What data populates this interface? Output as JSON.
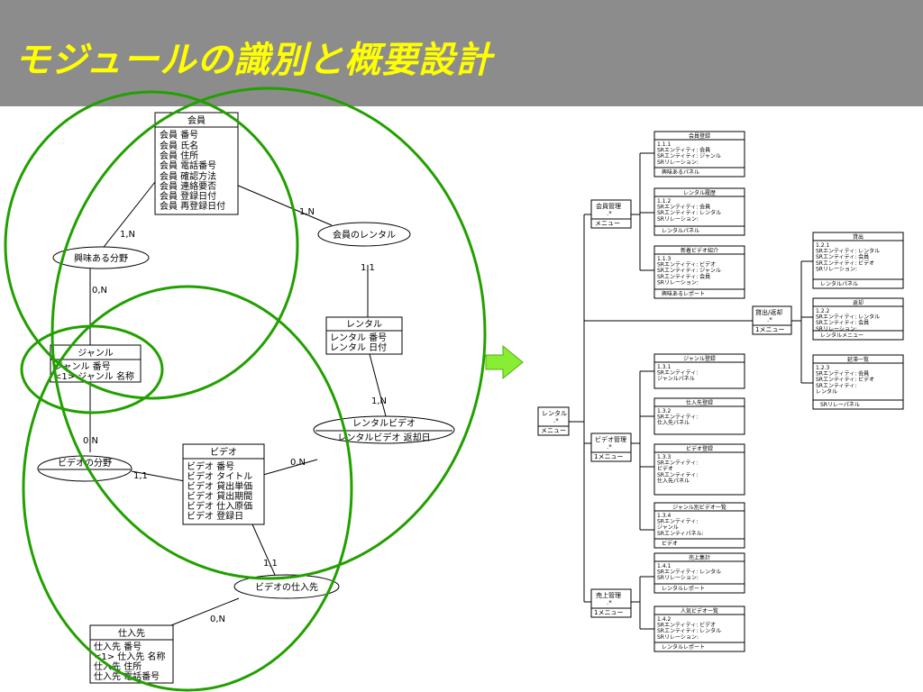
{
  "slide": {
    "title": "モジュールの識別と概要設計",
    "title_color": "#ffff00",
    "header_bg": "#8c8c8c",
    "accent": "#22a000"
  },
  "er": {
    "entities": {
      "member": {
        "title": "会員",
        "attrs": [
          "会員 番号",
          "会員 氏名",
          "会員 住所",
          "会員 電話番号",
          "会員 確認方法",
          "会員 連絡要否",
          "会員 登録日付",
          "会員 再登録日付"
        ]
      },
      "genre": {
        "title": "ジャンル",
        "attrs": [
          "ジャンル 番号",
          "<1> ジャンル 名称"
        ]
      },
      "rental": {
        "title": "レンタル",
        "attrs": [
          "レンタル 番号",
          "レンタル 日付"
        ]
      },
      "video": {
        "title": "ビデオ",
        "attrs": [
          "ビデオ 番号",
          "ビデオ タイトル",
          "ビデオ 貸出単価",
          "ビデオ 貸出期間",
          "ビデオ 仕入原価",
          "ビデオ 登録日"
        ]
      },
      "supplier": {
        "title": "仕入先",
        "attrs": [
          "仕入先 番号",
          "<1> 仕入先 名称",
          "仕入先 住所",
          "仕入先 電話番号"
        ]
      }
    },
    "relations": {
      "interest": {
        "title": "興味ある分野"
      },
      "member_rental": {
        "title": "会員のレンタル"
      },
      "rental_video": {
        "title": "レンタルビデオ",
        "attr": "レンタルビデオ 返却日"
      },
      "video_genre": {
        "title": "ビデオの分野"
      },
      "video_supplier": {
        "title": "ビデオの仕入先"
      }
    },
    "cardinalities": {
      "c1": "1,N",
      "c2": "0,N",
      "c3": "1,N",
      "c4": "1,1",
      "c5": "0,N",
      "c6": "1,1",
      "c7": "1,N",
      "c8": "0,N",
      "c9": "1,1",
      "c10": "0,N"
    }
  },
  "tree": {
    "root": {
      "title": "レンタル",
      "mult": ".*",
      "type": "メニュー"
    },
    "g1": {
      "title": "会員管理",
      "mult": ".*",
      "type": "メニュー"
    },
    "g2": {
      "title": "ビデオ管理",
      "mult": ".*",
      "type": "1メニュー"
    },
    "g3": {
      "title": "売上管理",
      "mult": ".*",
      "type": "1メニュー"
    },
    "g4": {
      "title": "貸出/返却",
      "mult": ".*",
      "type": "1メニュー"
    },
    "leaves": [
      {
        "title": "会員登録",
        "lines": [
          "1.1.1",
          "SRエンティティ: 会員",
          "SRエンティティ: ジャンル",
          "SRリレーション:"
        ],
        "footer": "興味あるパネル"
      },
      {
        "title": "レンタル履歴",
        "lines": [
          "1.1.2",
          "SRエンティティ: 会員",
          "SRエンティティ: レンタル",
          "SRリレーション:"
        ],
        "footer": "レンタルパネル"
      },
      {
        "title": "新着ビデオ紹介",
        "lines": [
          "1.1.3",
          "SRエンティティ: ビデオ",
          "SRエンティティ: ジャンル",
          "SRエンティティ: 会員",
          "SRリレーション:"
        ],
        "footer": "興味あるレポート"
      },
      {
        "title": "ジャンル登録",
        "lines": [
          "1.3.1",
          "SRエンティティ:",
          "ジャンルパネル"
        ],
        "footer": ""
      },
      {
        "title": "仕入先登録",
        "lines": [
          "1.3.2",
          "SRエンティティ:",
          "仕入先パネル"
        ],
        "footer": ""
      },
      {
        "title": "ビデオ登録",
        "lines": [
          "1.3.3",
          "SRエンティティ:",
          "ビデオ",
          "SRエンティティ:",
          "仕入先パネル"
        ],
        "footer": ""
      },
      {
        "title": "ジャンル別ビデオ一覧",
        "lines": [
          "1.3.4",
          "SRエンティティ:",
          "ジャンル",
          "SRエンティパネル:"
        ],
        "footer": "ビデオ"
      },
      {
        "title": "売上集計",
        "lines": [
          "1.4.1",
          "SRエンティティ: レンタル",
          "SRリレーション:"
        ],
        "footer": "レンタルレポート"
      },
      {
        "title": "人気ビデオ一覧",
        "lines": [
          "1.4.2",
          "SRエンティティ: ビデオ",
          "SRエンティティ: レンタル",
          "SRリレーション:"
        ],
        "footer": "レンタルレポート"
      },
      {
        "title": "貸出",
        "lines": [
          "1.2.1",
          "SRエンティティ: レンタル",
          "SRエンティティ: 会員",
          "SRエンティティ: ビデオ",
          "SRリレーション:"
        ],
        "footer": "レンタルパネル"
      },
      {
        "title": "返却",
        "lines": [
          "1.2.2",
          "SRエンティティ: レンタル",
          "SRエンティティ: 会員",
          "SRリレーション:"
        ],
        "footer": "レンタルメニュー"
      },
      {
        "title": "延滞一覧",
        "lines": [
          "1.2.3",
          "SRエンティティ: 会員",
          "SRエンティティ: ビデオ",
          "SRエンティティ:",
          "レンタル"
        ],
        "footer": "SRリレーパネル"
      }
    ]
  }
}
